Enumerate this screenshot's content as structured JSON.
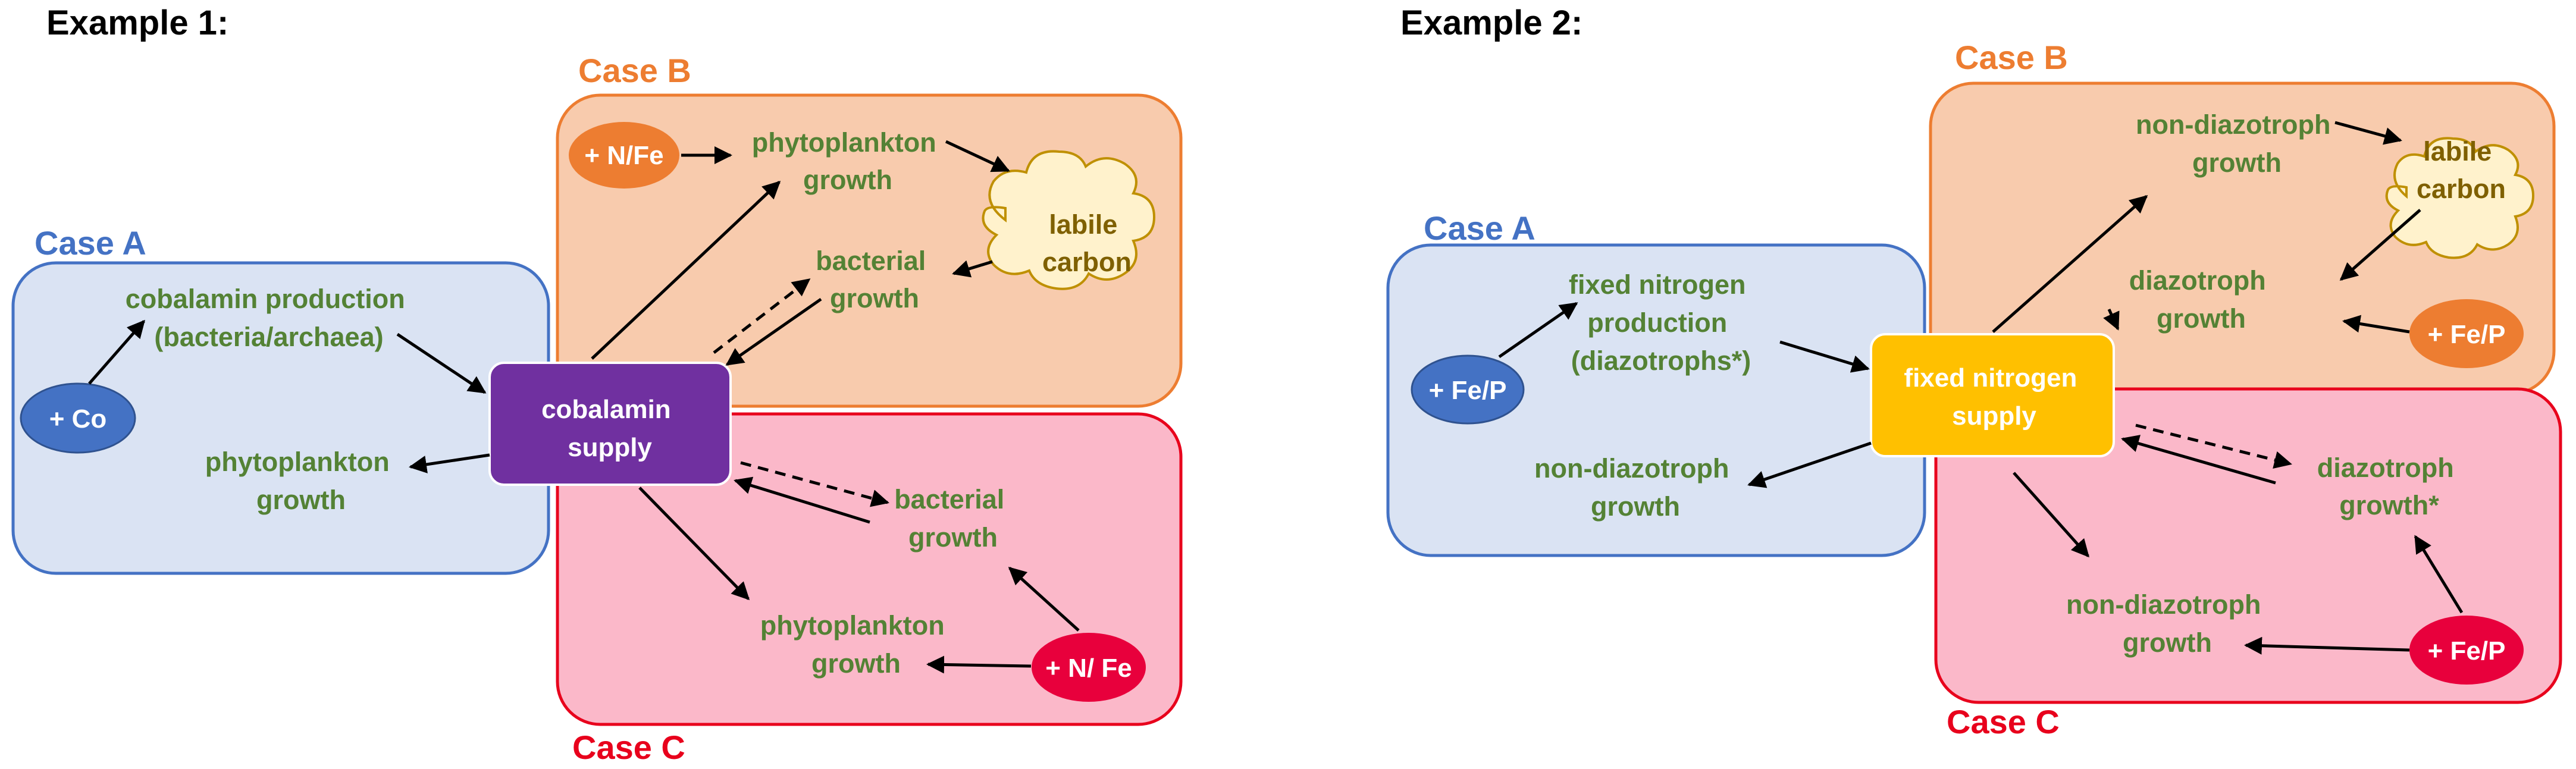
{
  "colors": {
    "case_a_fill": "#dae3f3",
    "case_a_stroke": "#4472c4",
    "case_b_fill": "#f8cbad",
    "case_b_stroke": "#ed7d31",
    "case_c_fill": "#fbb8c9",
    "case_c_stroke": "#e8001c",
    "green_text": "#548235",
    "cobalamin_supply": "#7030a0",
    "nitrogen_supply": "#ffc000",
    "oval_blue": "#4472c4",
    "oval_orange": "#ed7d31",
    "oval_red": "#e8003c",
    "cloud_fill": "#fff2cc",
    "cloud_stroke": "#bf9000"
  },
  "example1": {
    "heading": "Example 1:",
    "case_a": {
      "label": "Case A",
      "production_line1": "cobalamin production",
      "production_line2": "(bacteria/archaea)",
      "oval": "+ Co",
      "phyto_line1": "phytoplankton",
      "phyto_line2": "growth"
    },
    "case_b": {
      "label": "Case B",
      "oval": "+ N/Fe",
      "phyto_line1": "phytoplankton",
      "phyto_line2": "growth",
      "bact_line1": "bacterial",
      "bact_line2": "growth",
      "cloud_line1": "labile",
      "cloud_line2": "carbon"
    },
    "case_c": {
      "label": "Case C",
      "bact_line1": "bacterial",
      "bact_line2": "growth",
      "phyto_line1": "phytoplankton",
      "phyto_line2": "growth",
      "oval": "+ N/ Fe"
    },
    "center_line1": "cobalamin",
    "center_line2": "supply"
  },
  "example2": {
    "heading": "Example 2:",
    "case_a": {
      "label": "Case A",
      "fixed_line1": "fixed nitrogen",
      "fixed_line2": "production",
      "fixed_line3": "(diazotrophs*)",
      "oval": "+ Fe/P",
      "nondiaz_line1": "non-diazotroph",
      "nondiaz_line2": "growth"
    },
    "case_b": {
      "label": "Case B",
      "nondiaz_line1": "non-diazotroph",
      "nondiaz_line2": "growth",
      "cloud_line1": "labile",
      "cloud_line2": "carbon",
      "diaz_line1": "diazotroph",
      "diaz_line2": "growth",
      "oval": "+ Fe/P"
    },
    "case_c": {
      "label": "Case C",
      "diaz_line1": "diazotroph",
      "diaz_line2": "growth*",
      "nondiaz_line1": "non-diazotroph",
      "nondiaz_line2": "growth",
      "oval": "+ Fe/P"
    },
    "center_line1": "fixed nitrogen",
    "center_line2": "supply"
  }
}
